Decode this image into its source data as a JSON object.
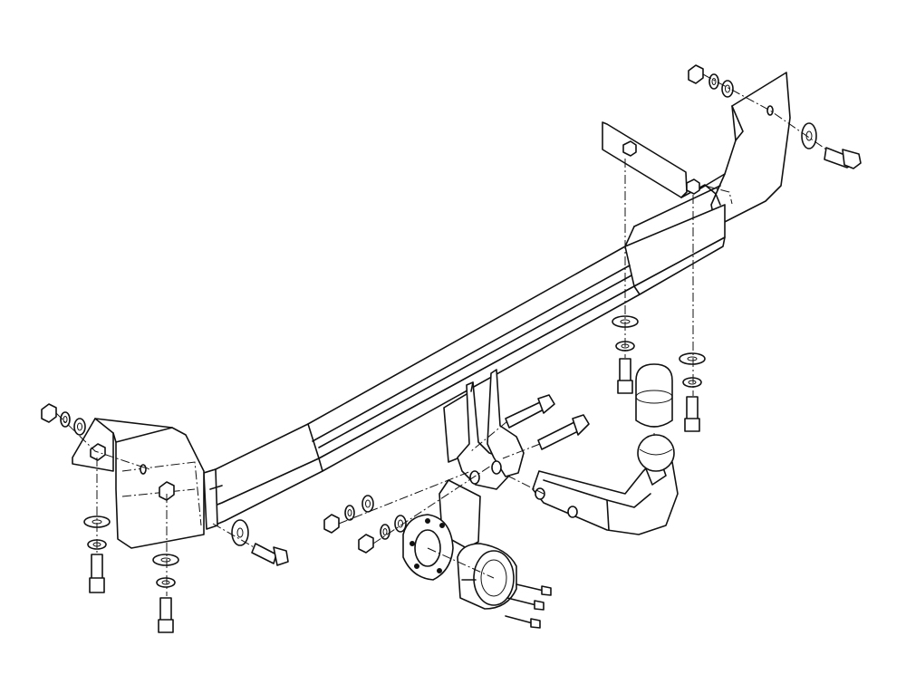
{
  "diagram": {
    "stroke": "#111111",
    "background": "#ffffff",
    "parts": [
      "crossbar",
      "right-bracket",
      "left-bracket",
      "tow-ball-arm",
      "tow-ball",
      "ball-cover",
      "socket-plate",
      "electrical-socket",
      "bolts",
      "nuts",
      "washers"
    ]
  }
}
